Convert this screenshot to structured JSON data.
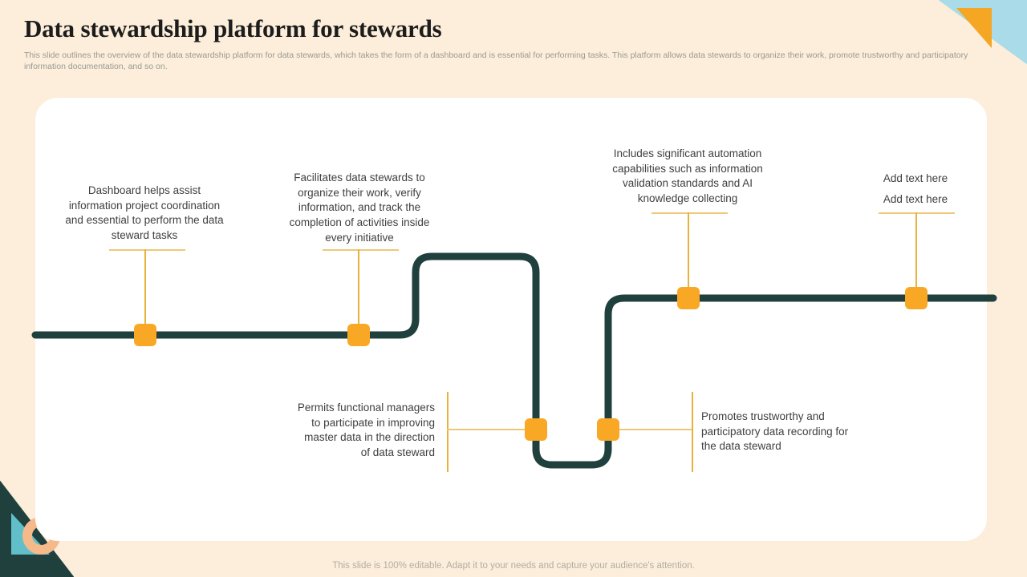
{
  "slide": {
    "title": "Data stewardship platform for stewards",
    "subtitle": "This slide outlines the overview of the data stewardship platform for data stewards, which takes the form of a dashboard and is essential for performing tasks. This platform allows data stewards to organize their work, promote trustworthy and participatory information documentation, and so on.",
    "footer": "This slide is 100% editable. Adapt it to your needs and capture your audience's attention."
  },
  "theme": {
    "background": "#fceeda",
    "card": "#ffffff",
    "path": "#20403e",
    "marker": "#f9a826",
    "connector": "#e8b23c",
    "accent_blue": "#a9dbe8",
    "accent_orange": "#f5a623",
    "accent_peach": "#f6b98a",
    "text": "#3f3f3f",
    "muted_text": "#9a9a94"
  },
  "timeline": {
    "steps": [
      {
        "id": "step-1",
        "position": "above",
        "align": "center",
        "lines": [
          "Dashboard helps assist",
          "information project coordination",
          "and essential to perform the data",
          "steward tasks"
        ]
      },
      {
        "id": "step-2",
        "position": "above",
        "align": "center",
        "lines": [
          "Facilitates data stewards to",
          "organize their work, verify",
          "information, and track the",
          "completion of activities inside",
          "every initiative"
        ]
      },
      {
        "id": "step-3",
        "position": "below",
        "align": "right",
        "lines": [
          "Permits functional managers",
          "to participate in improving",
          "master data in the direction",
          "of data steward"
        ]
      },
      {
        "id": "step-4",
        "position": "below",
        "align": "left",
        "lines": [
          "Promotes trustworthy and",
          "participatory data recording for",
          "the data steward"
        ]
      },
      {
        "id": "step-5",
        "position": "above",
        "align": "center",
        "lines": [
          "Includes significant automation",
          "capabilities such as information",
          "validation standards and AI",
          "knowledge collecting"
        ]
      },
      {
        "id": "step-6",
        "position": "above",
        "align": "center",
        "lines": [
          "Add text here",
          "Add text here"
        ]
      }
    ]
  }
}
